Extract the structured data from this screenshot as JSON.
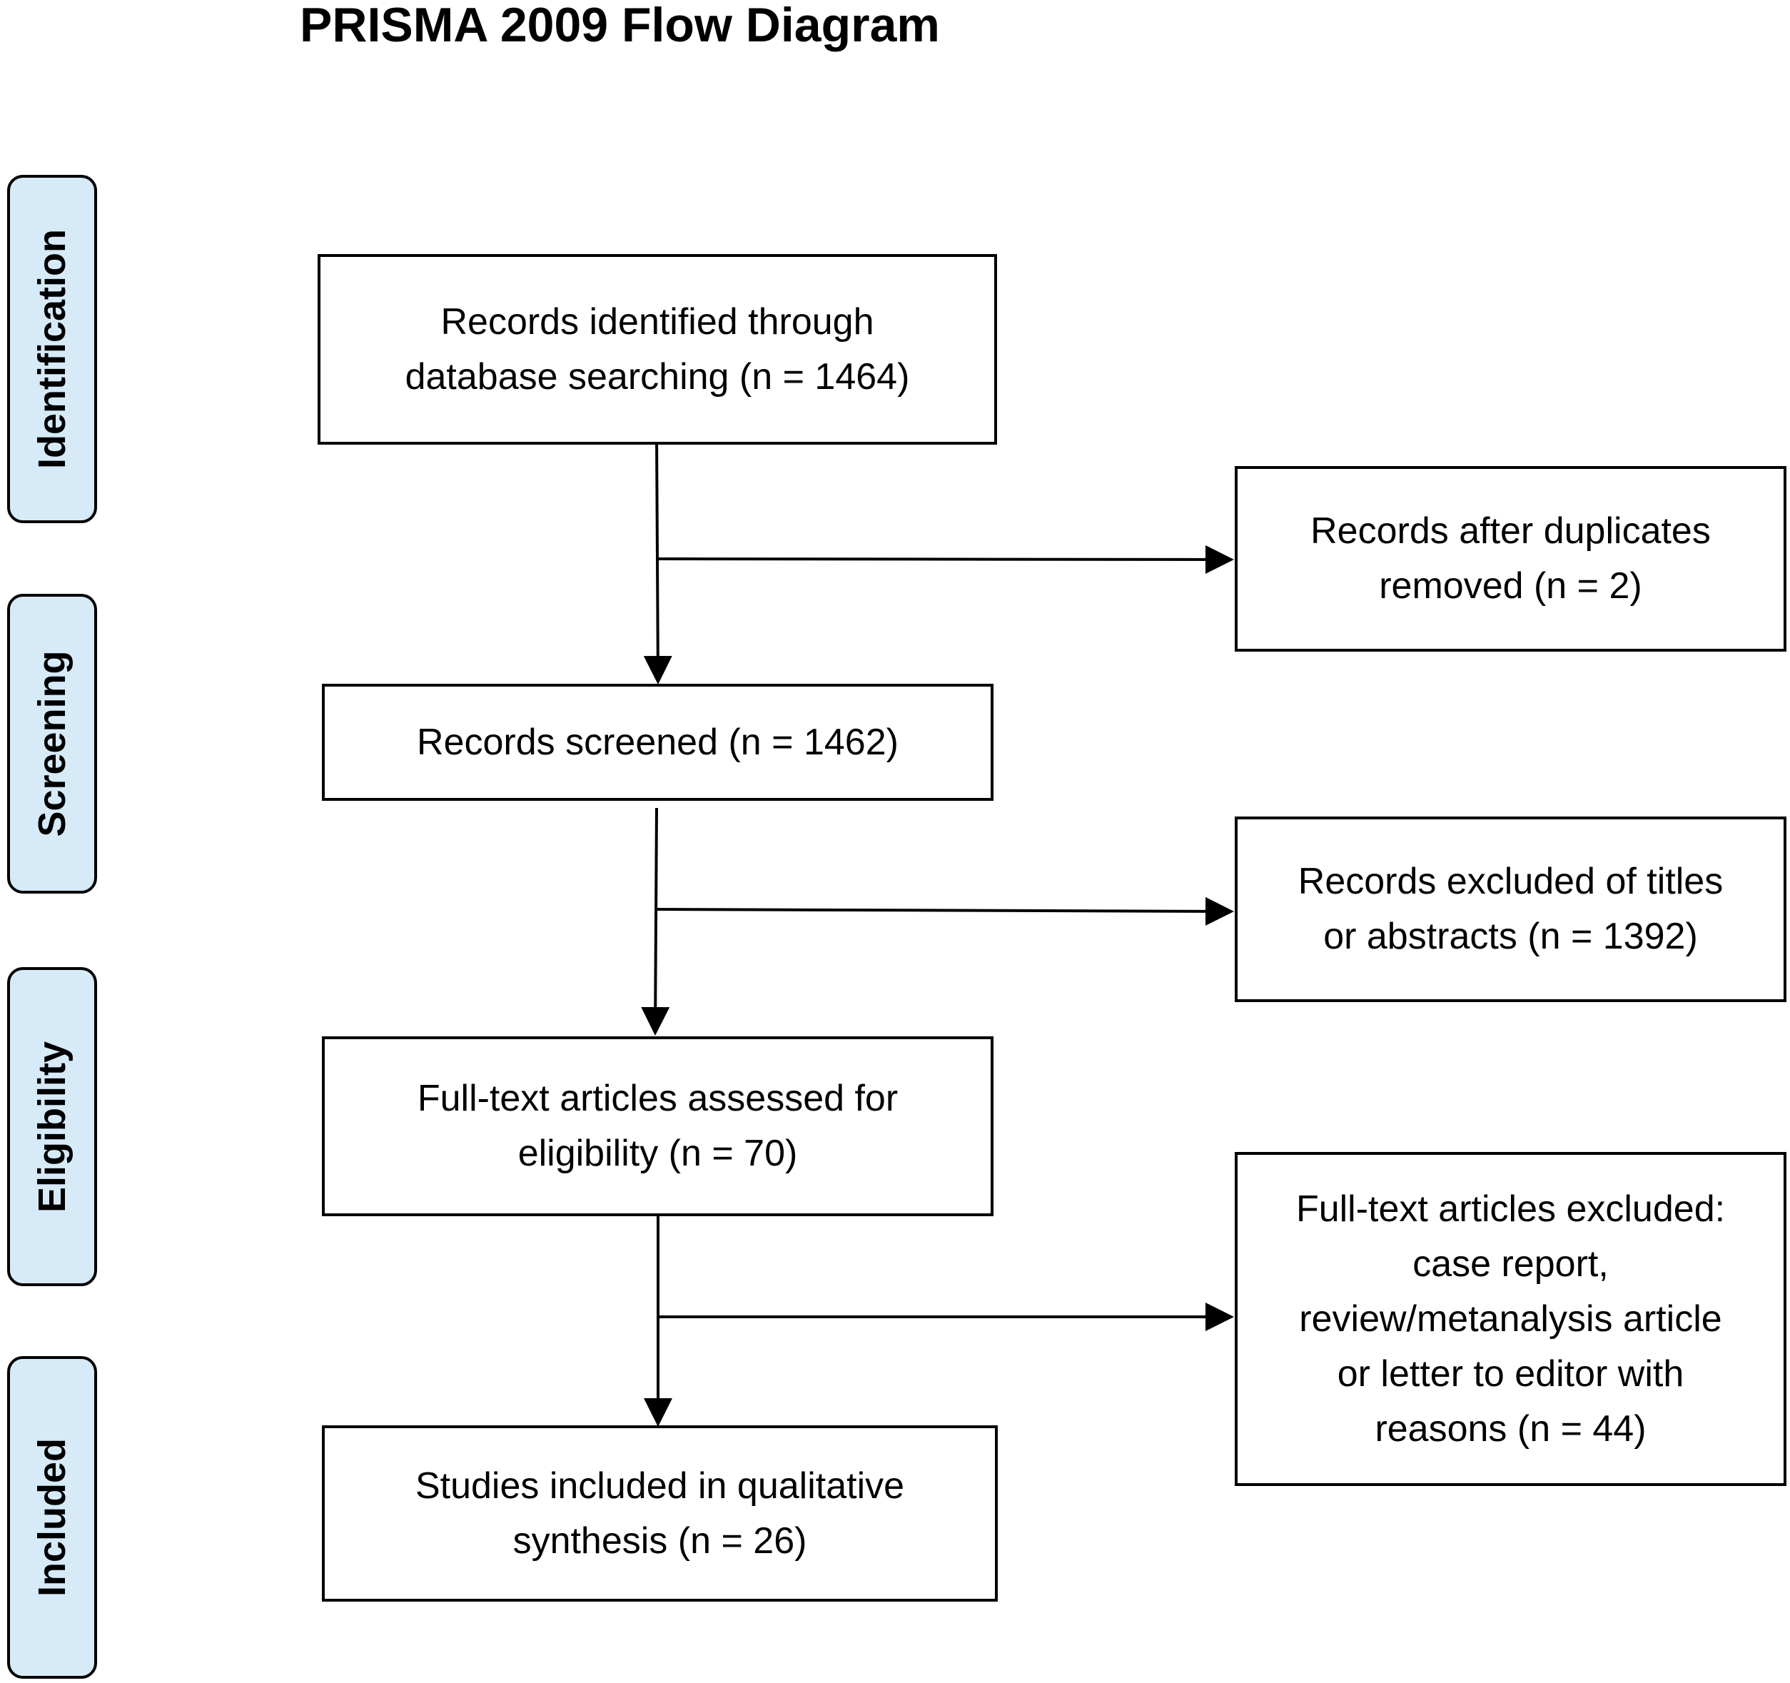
{
  "title": "PRISMA 2009 Flow Diagram",
  "phases": {
    "identification": "Identification",
    "screening": "Screening",
    "eligibility": "Eligibility",
    "included": "Included"
  },
  "boxes": {
    "identified": "Records identified through\ndatabase searching (n = 1464)",
    "duplicates": "Records after duplicates\nremoved (n = 2)",
    "screened": "Records screened (n = 1462)",
    "excluded_titles": "Records excluded of titles\nor abstracts (n = 1392)",
    "fulltext_assessed": "Full-text articles assessed for\neligibility (n = 70)",
    "fulltext_excluded": "Full-text articles excluded:\ncase report,\nreview/metanalysis article\nor letter to editor with\nreasons (n = 44)",
    "included_studies": "Studies included in qualitative\nsynthesis (n = 26)"
  },
  "colors": {
    "phase_fill": "#d6eaf8",
    "stroke": "#000000"
  }
}
